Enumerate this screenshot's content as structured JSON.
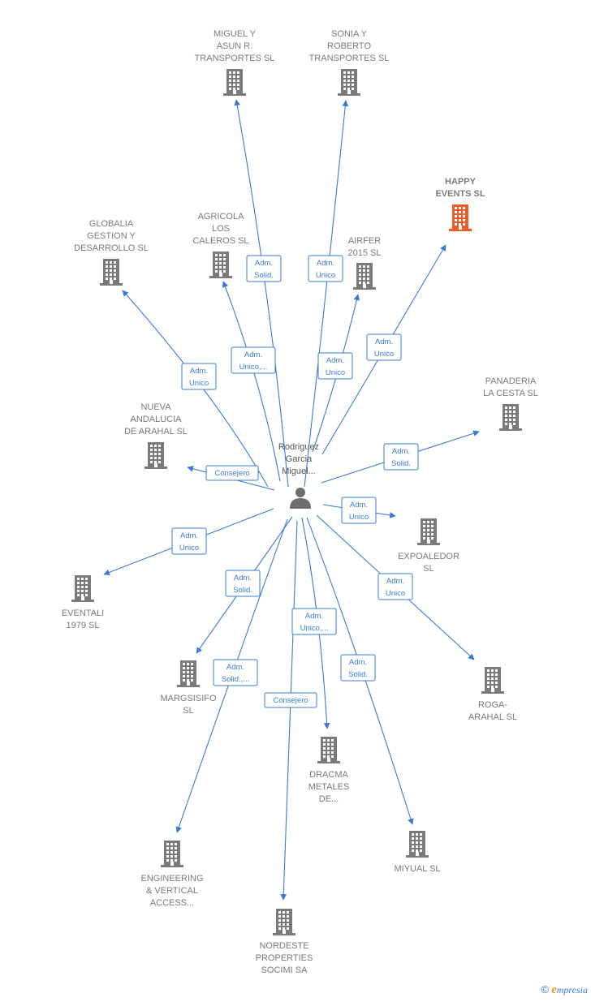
{
  "colors": {
    "edge": "#3a7ad5",
    "building": "#7a7a7a",
    "building_highlight": "#f05a28",
    "label": "#7a7a7a"
  },
  "center": {
    "name_lines": [
      "Rodriguez",
      "Garcia",
      "Miguel..."
    ],
    "icon": "person-icon"
  },
  "nodes": [
    {
      "id": "miguel",
      "lines": [
        "MIGUEL Y",
        "ASUN R.",
        "TRANSPORTES SL"
      ],
      "icon": "building-icon"
    },
    {
      "id": "sonia",
      "lines": [
        "SONIA Y",
        "ROBERTO",
        "TRANSPORTES SL"
      ],
      "icon": "building-icon"
    },
    {
      "id": "happy",
      "lines": [
        "HAPPY",
        "EVENTS  SL"
      ],
      "icon": "building-icon",
      "highlight": true
    },
    {
      "id": "globalia",
      "lines": [
        "GLOBALIA",
        "GESTION Y",
        "DESARROLLO SL"
      ],
      "icon": "building-icon"
    },
    {
      "id": "agricola",
      "lines": [
        "AGRICOLA",
        "LOS",
        "CALEROS  SL"
      ],
      "icon": "building-icon"
    },
    {
      "id": "airfer",
      "lines": [
        "AIRFER",
        "2015  SL"
      ],
      "icon": "building-icon"
    },
    {
      "id": "panaderia",
      "lines": [
        "PANADERIA",
        "LA CESTA  SL"
      ],
      "icon": "building-icon"
    },
    {
      "id": "nueva",
      "lines": [
        "NUEVA",
        "ANDALUCIA",
        "DE ARAHAL SL"
      ],
      "icon": "building-icon"
    },
    {
      "id": "expoaledor",
      "lines": [
        "EXPOALEDOR",
        "SL"
      ],
      "icon": "building-icon"
    },
    {
      "id": "eventali",
      "lines": [
        "EVENTALI",
        "1979  SL"
      ],
      "icon": "building-icon"
    },
    {
      "id": "roga",
      "lines": [
        "ROGA-",
        "ARAHAL SL"
      ],
      "icon": "building-icon"
    },
    {
      "id": "margsisifo",
      "lines": [
        "MARGSISIFO",
        "SL"
      ],
      "icon": "building-icon"
    },
    {
      "id": "dracma",
      "lines": [
        "DRACMA",
        "METALES",
        "DE..."
      ],
      "icon": "building-icon"
    },
    {
      "id": "miyual",
      "lines": [
        "MIYUAL  SL"
      ],
      "icon": "building-icon"
    },
    {
      "id": "engineering",
      "lines": [
        "ENGINEERING",
        "& VERTICAL",
        "ACCESS..."
      ],
      "icon": "building-icon"
    },
    {
      "id": "nordeste",
      "lines": [
        "NORDESTE",
        "PROPERTIES",
        "SOCIMI SA"
      ],
      "icon": "building-icon"
    }
  ],
  "edges": [
    {
      "target": "miguel",
      "lines": [
        "Adm.",
        "Solid."
      ]
    },
    {
      "target": "sonia",
      "lines": [
        "Adm.",
        "Unico"
      ]
    },
    {
      "target": "happy",
      "lines": [
        "Adm.",
        "Unico"
      ]
    },
    {
      "target": "globalia",
      "lines": [
        "Adm.",
        "Unico"
      ]
    },
    {
      "target": "agricola",
      "lines": [
        "Adm.",
        "Unico,..."
      ]
    },
    {
      "target": "airfer",
      "lines": [
        "Adm.",
        "Unico"
      ]
    },
    {
      "target": "panaderia",
      "lines": [
        "Adm.",
        "Solid."
      ]
    },
    {
      "target": "nueva",
      "lines": [
        "Consejero"
      ]
    },
    {
      "target": "expoaledor",
      "lines": [
        "Adm.",
        "Unico"
      ]
    },
    {
      "target": "eventali",
      "lines": [
        "Adm.",
        "Unico"
      ]
    },
    {
      "target": "roga",
      "lines": [
        "Adm.",
        "Unico"
      ]
    },
    {
      "target": "margsisifo",
      "lines": [
        "Adm.",
        "Solid."
      ]
    },
    {
      "target": "dracma",
      "lines": [
        "Adm.",
        "Unico,..."
      ]
    },
    {
      "target": "miyual",
      "lines": [
        "Adm.",
        "Solid."
      ]
    },
    {
      "target": "engineering",
      "lines": [
        "Adm.",
        "Solid.,..."
      ]
    },
    {
      "target": "nordeste",
      "lines": [
        "Consejero"
      ]
    }
  ],
  "footer": {
    "copyright": "©",
    "brand_initial": "e",
    "brand_rest": "mpresia"
  }
}
